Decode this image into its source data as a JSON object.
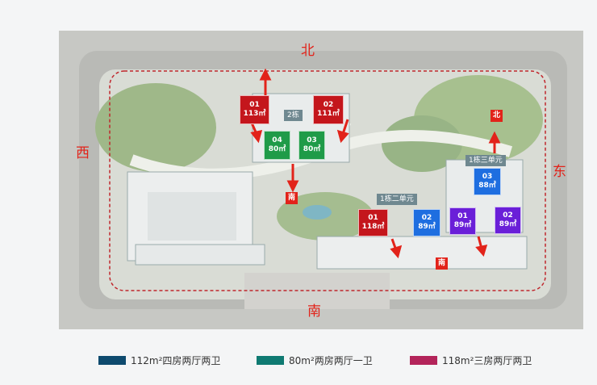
{
  "compass": {
    "north": "北",
    "south": "南",
    "west": "西",
    "east": "东"
  },
  "buildings": {
    "b2": "2栋",
    "b1_unit3": "1栋三单元",
    "b1_unit2": "1栋二单元"
  },
  "units": [
    {
      "id": "b2-01",
      "no": "01",
      "area": "113㎡",
      "color": "red"
    },
    {
      "id": "b2-02",
      "no": "02",
      "area": "111㎡",
      "color": "red"
    },
    {
      "id": "b2-04",
      "no": "04",
      "area": "80㎡",
      "color": "green"
    },
    {
      "id": "b2-03",
      "no": "03",
      "area": "80㎡",
      "color": "green"
    },
    {
      "id": "b1u3-03",
      "no": "03",
      "area": "88㎡",
      "color": "blue"
    },
    {
      "id": "b1u2-01",
      "no": "01",
      "area": "118㎡",
      "color": "red"
    },
    {
      "id": "b1u2-02",
      "no": "02",
      "area": "89㎡",
      "color": "blue"
    },
    {
      "id": "b1u3-01",
      "no": "01",
      "area": "89㎡",
      "color": "purple"
    },
    {
      "id": "b1u3-02",
      "no": "02",
      "area": "89㎡",
      "color": "purple"
    }
  ],
  "tags": {
    "south_a": "南",
    "north_b": "北",
    "south_b": "南"
  },
  "legend": [
    {
      "label": "112m²四房两厅两卫",
      "color": "#0e4a6e"
    },
    {
      "label": "80m²两房两厅一卫",
      "color": "#0f7a72"
    },
    {
      "label": "118m²三房两厅两卫",
      "color": "#b3245a"
    }
  ]
}
